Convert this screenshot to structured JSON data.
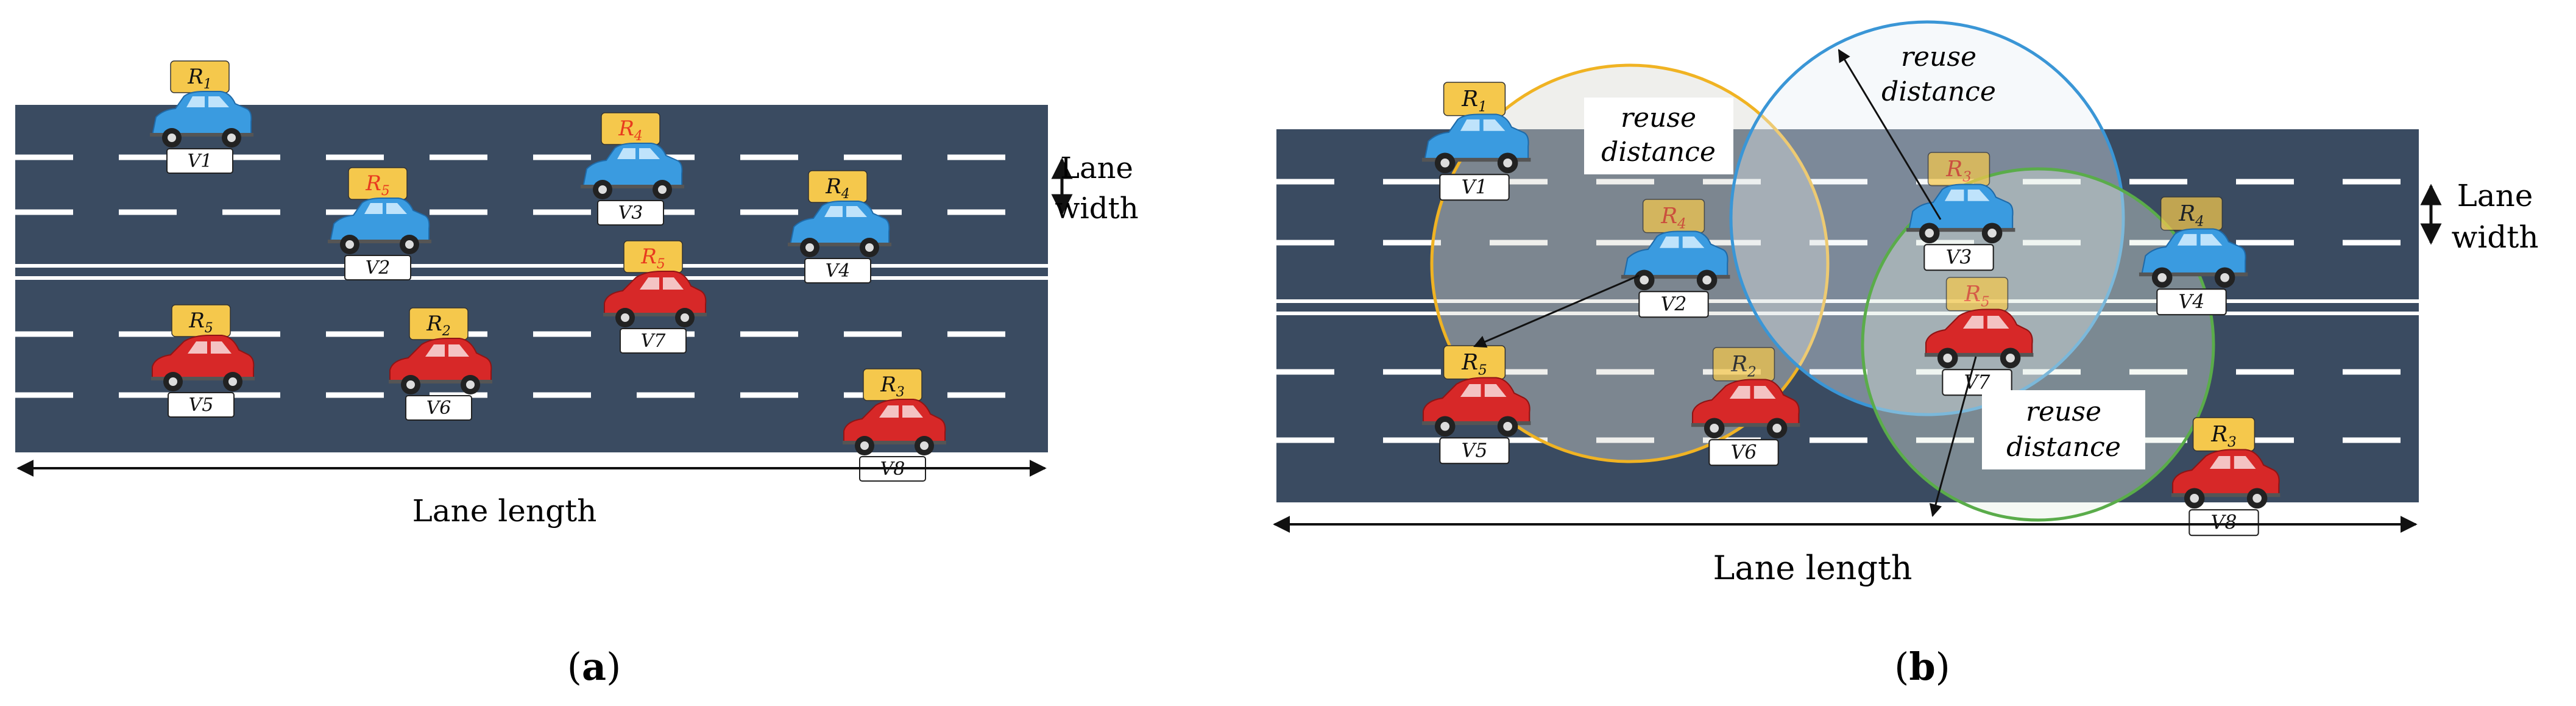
{
  "panel_a": {
    "caption": "a",
    "lane_width_label": [
      "Lane",
      "width"
    ],
    "lane_length_label": "Lane length",
    "vehicles": [
      {
        "id": "V1",
        "res": "R",
        "sub": "1",
        "color": "blue",
        "res_red": false
      },
      {
        "id": "V2",
        "res": "R",
        "sub": "5",
        "color": "blue",
        "res_red": true
      },
      {
        "id": "V3",
        "res": "R",
        "sub": "4",
        "color": "blue",
        "res_red": true
      },
      {
        "id": "V4",
        "res": "R",
        "sub": "4",
        "color": "blue",
        "res_red": false
      },
      {
        "id": "V5",
        "res": "R",
        "sub": "5",
        "color": "red",
        "res_red": false
      },
      {
        "id": "V6",
        "res": "R",
        "sub": "2",
        "color": "red",
        "res_red": false
      },
      {
        "id": "V7",
        "res": "R",
        "sub": "5",
        "color": "red",
        "res_red": true
      },
      {
        "id": "V8",
        "res": "R",
        "sub": "3",
        "color": "red",
        "res_red": false
      }
    ]
  },
  "panel_b": {
    "caption": "b",
    "lane_width_label": [
      "Lane",
      "width"
    ],
    "lane_length_label": "Lane length",
    "reuse_label": [
      "reuse",
      "distance"
    ],
    "vehicles": [
      {
        "id": "V1",
        "res": "R",
        "sub": "1",
        "color": "blue",
        "res_red": false
      },
      {
        "id": "V2",
        "res": "R",
        "sub": "4",
        "color": "blue",
        "res_red": true
      },
      {
        "id": "V3",
        "res": "R",
        "sub": "3",
        "color": "blue",
        "res_red": true
      },
      {
        "id": "V4",
        "res": "R",
        "sub": "4",
        "color": "blue",
        "res_red": false
      },
      {
        "id": "V5",
        "res": "R",
        "sub": "5",
        "color": "red",
        "res_red": false
      },
      {
        "id": "V6",
        "res": "R",
        "sub": "2",
        "color": "red",
        "res_red": false
      },
      {
        "id": "V7",
        "res": "R",
        "sub": "5",
        "color": "red",
        "res_red": true
      },
      {
        "id": "V8",
        "res": "R",
        "sub": "3",
        "color": "red",
        "res_red": false
      }
    ]
  },
  "colors": {
    "road": "#3a4b61",
    "lane_mark": "#ffffff",
    "res_box": "#f5c84c",
    "res_text_red": "#e83a1e",
    "car_blue": "#3a9be0",
    "car_red": "#d72828",
    "circle_yellow": "#f0b323",
    "circle_blue": "#3a96d6",
    "circle_green": "#5aac4a"
  }
}
